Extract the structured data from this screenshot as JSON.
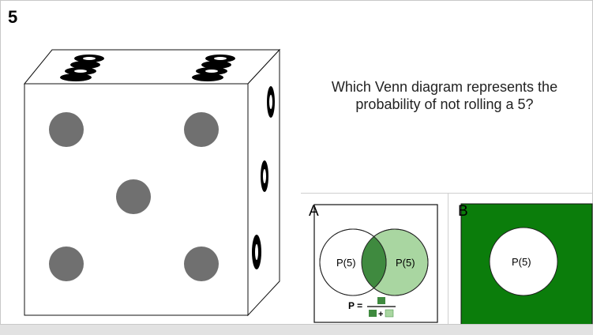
{
  "slide": {
    "number": "5"
  },
  "question": {
    "text": "Which Venn diagram represents the probability of not rolling a 5?"
  },
  "die": {
    "face_value": 5
  },
  "options": [
    {
      "letter": "A",
      "left_circle_label": "P(5)",
      "right_circle_label": "P(5)",
      "formula_prefix": "P =",
      "formula_plus": "+"
    },
    {
      "letter": "B",
      "circle_label": "P(5)"
    }
  ],
  "colors": {
    "dark_green": "#3f8a3f",
    "light_green": "#a9d6a1",
    "solid_green": "#0b7d0b",
    "pip": "#707070"
  }
}
